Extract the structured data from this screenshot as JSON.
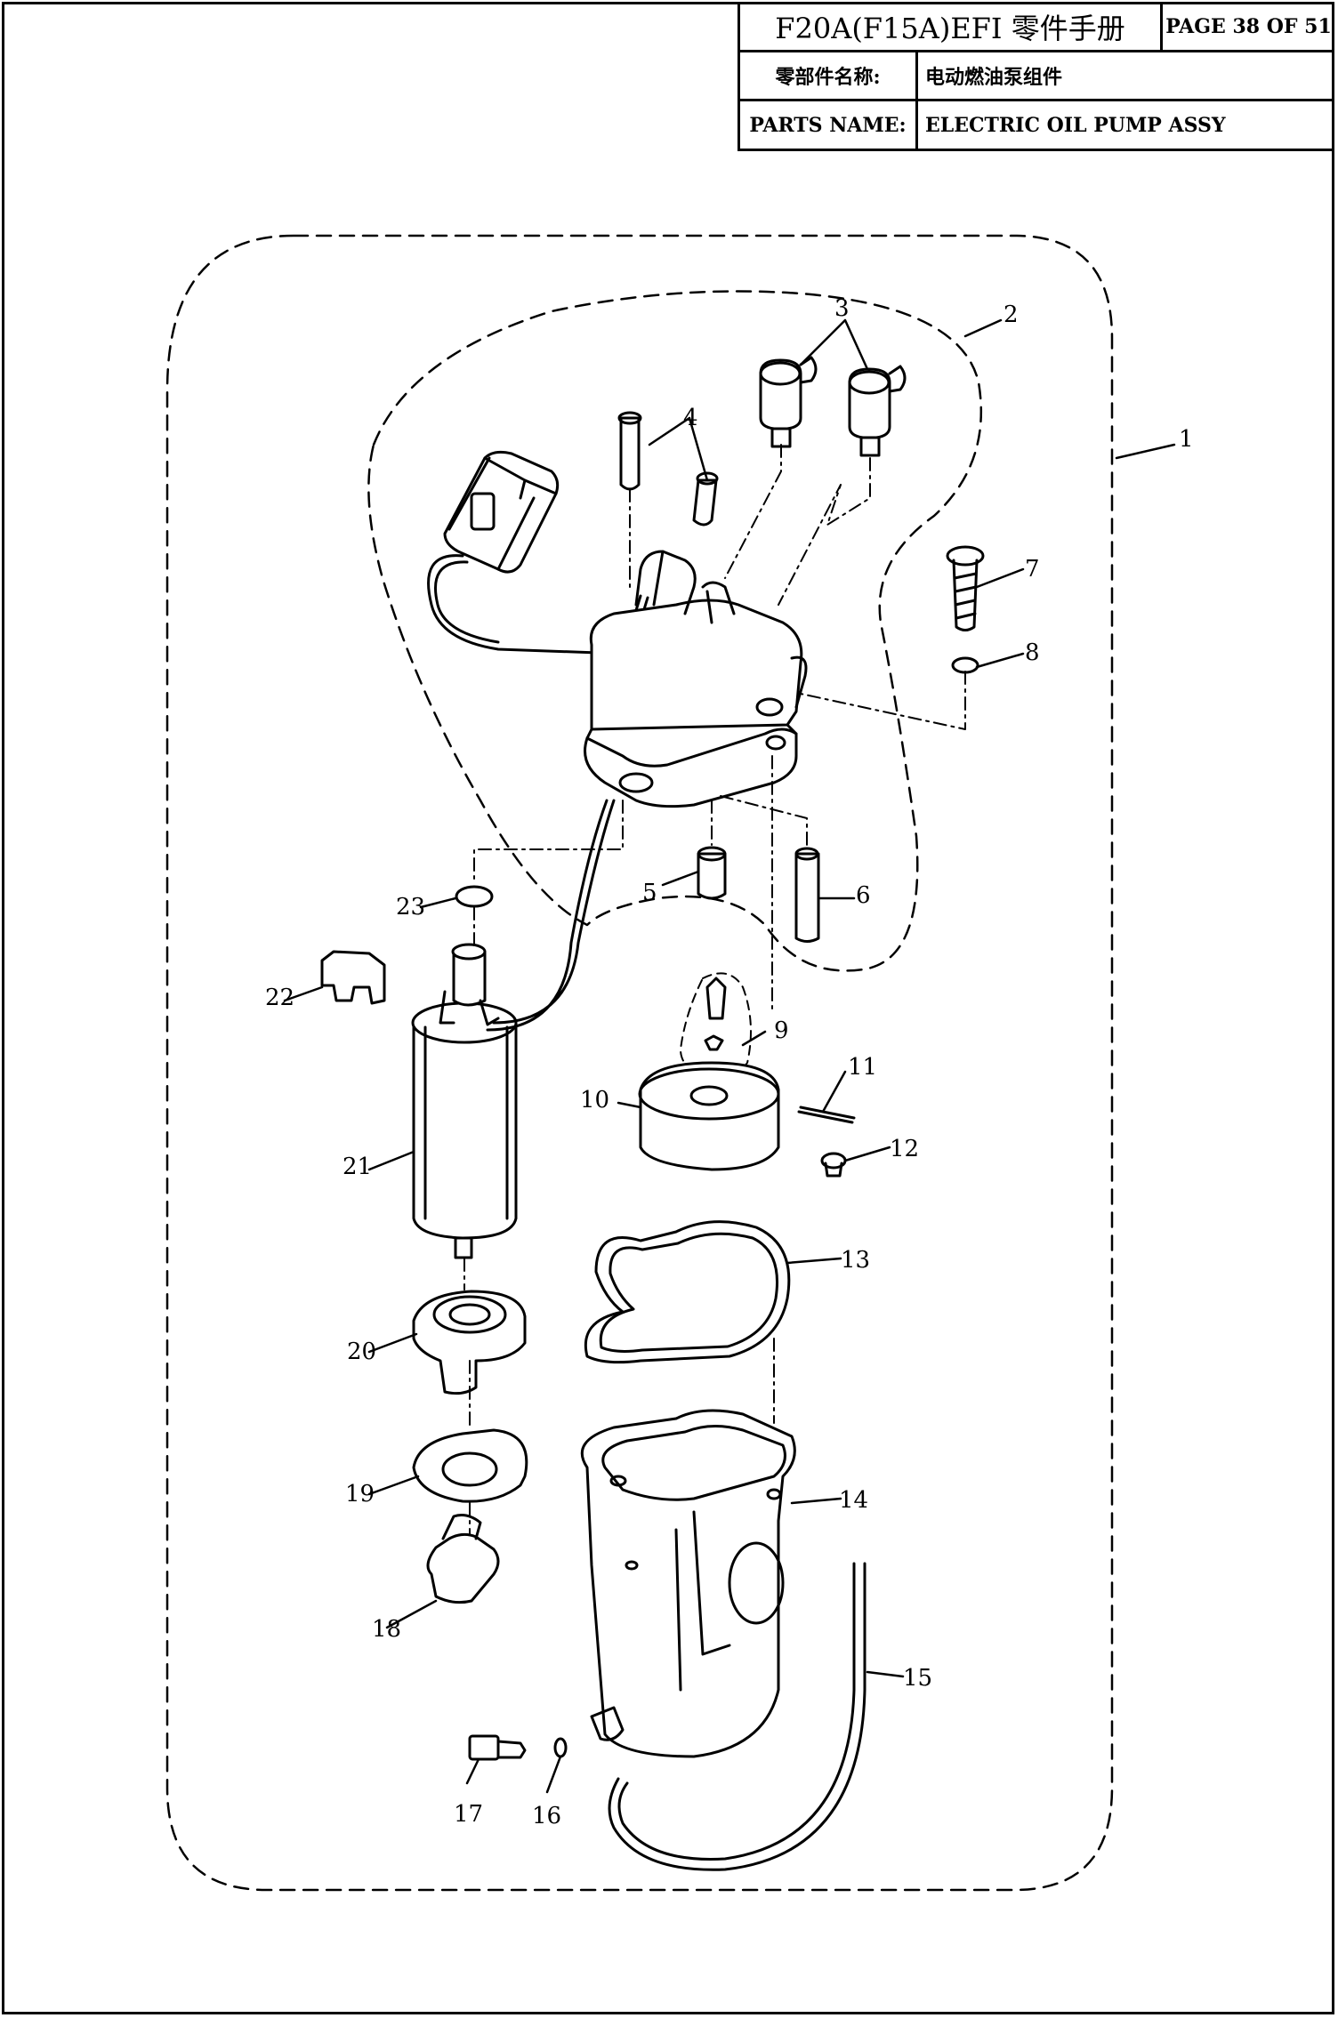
{
  "header": {
    "title": "F20A(F15A)EFI 零件手册",
    "page": "PAGE 38 OF 51",
    "cn_label": "零部件名称:",
    "cn_value": "电动燃油泵组件",
    "en_label": "PARTS NAME:",
    "en_value": "ELECTRIC OIL PUMP ASSY"
  },
  "callouts": [
    "1",
    "2",
    "3",
    "4",
    "5",
    "6",
    "7",
    "8",
    "9",
    "10",
    "11",
    "12",
    "13",
    "14",
    "15",
    "16",
    "17",
    "18",
    "19",
    "20",
    "21",
    "22",
    "23"
  ]
}
